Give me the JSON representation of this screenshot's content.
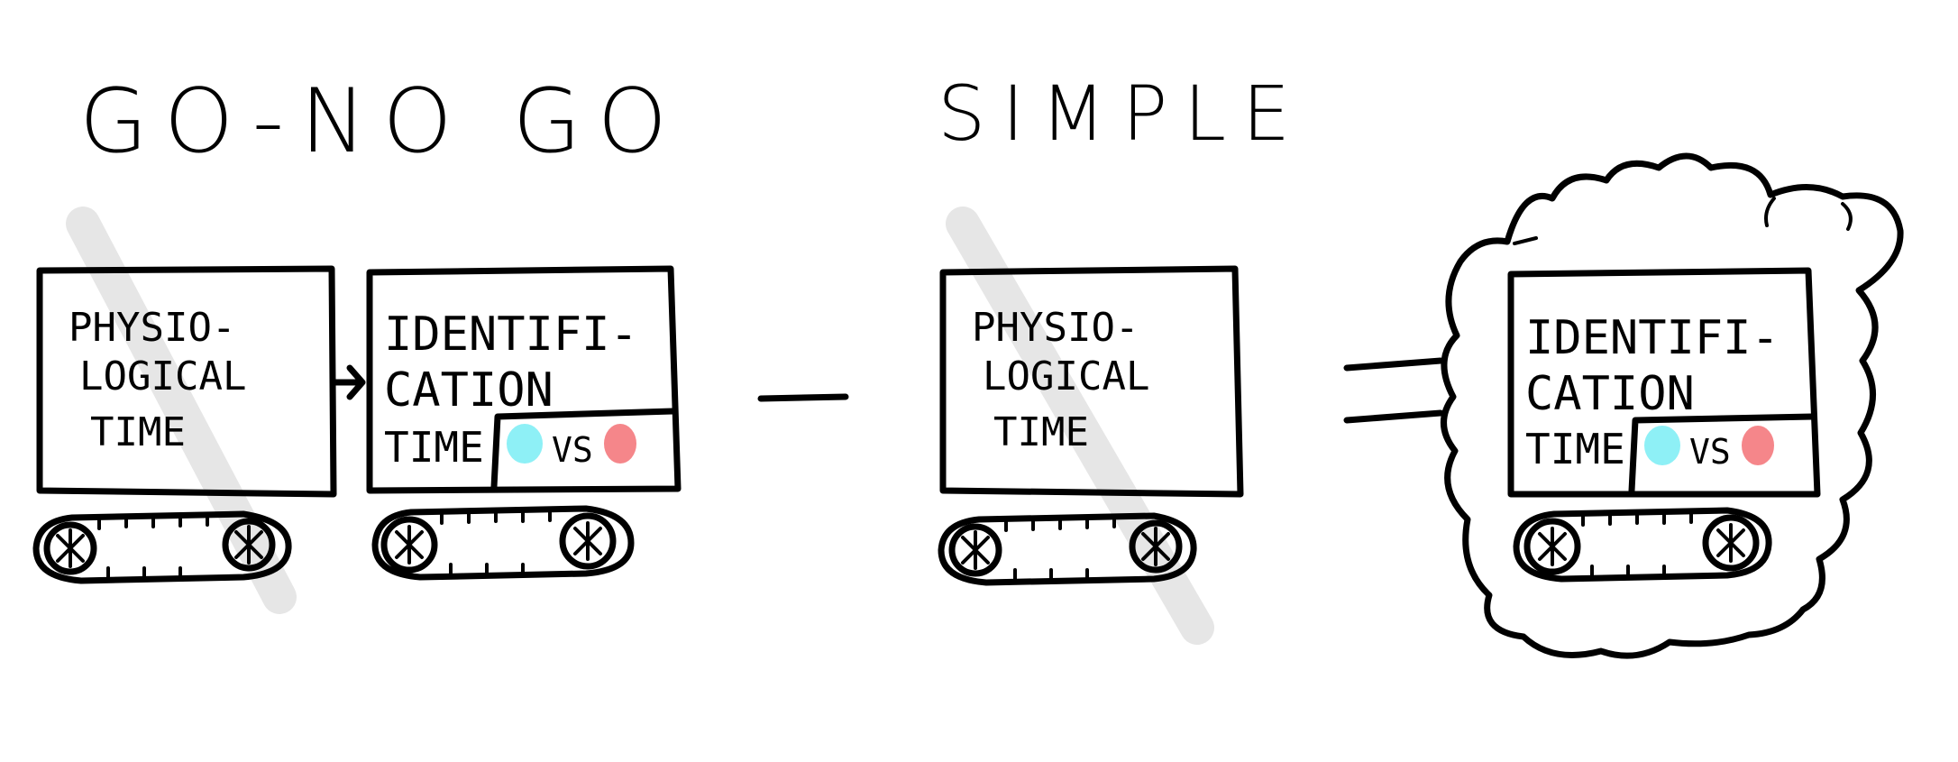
{
  "titles": {
    "left": "GO-NO GO",
    "right": "SIMPLE"
  },
  "boxes": {
    "physiological_1": [
      "PHYSIO-",
      "LOGICAL",
      "TIME"
    ],
    "identification_1": [
      "IDENTIFI-",
      "CATION",
      "TIME"
    ],
    "physiological_2": [
      "PHYSIO-",
      "LOGICAL",
      "TIME"
    ],
    "identification_2": [
      "IDENTIFI-",
      "CATION",
      "TIME"
    ]
  },
  "stimulus": {
    "vs_label": "VS",
    "color_a": "#8ef0f6",
    "color_b": "#f5868a"
  },
  "operators": {
    "minus": "minus-sign",
    "equals": "equals-sign"
  },
  "colors": {
    "ink": "#000000",
    "shadow": "#e6e6e6",
    "background": "#ffffff"
  }
}
